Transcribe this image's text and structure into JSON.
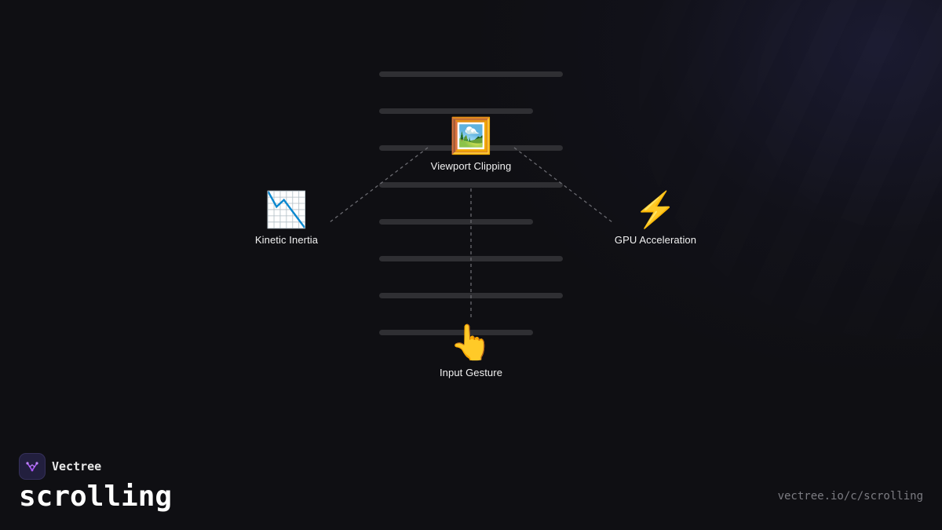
{
  "diagram": {
    "nodes": {
      "viewport": {
        "icon": "framed-picture-icon",
        "emoji": "🖼️",
        "label": "Viewport Clipping"
      },
      "inertia": {
        "icon": "chart-decreasing-icon",
        "emoji": "📉",
        "label": "Kinetic Inertia"
      },
      "gpu": {
        "icon": "lightning-icon",
        "emoji": "⚡",
        "label": "GPU Acceleration"
      },
      "input": {
        "icon": "pointing-hand-icon",
        "emoji": "👆",
        "label": "Input Gesture"
      }
    },
    "connectors": [
      "input-to-viewport",
      "viewport-to-inertia",
      "viewport-to-gpu"
    ]
  },
  "branding": {
    "name": "Vectree",
    "topic": "scrolling",
    "url": "vectree.io/c/scrolling"
  },
  "colors": {
    "background": "#0f0f13",
    "scroll_line": "#2f2f33",
    "connector": "#6a6a70",
    "logo_bg": "#221f3e",
    "logo_accent": "#a855f7"
  }
}
